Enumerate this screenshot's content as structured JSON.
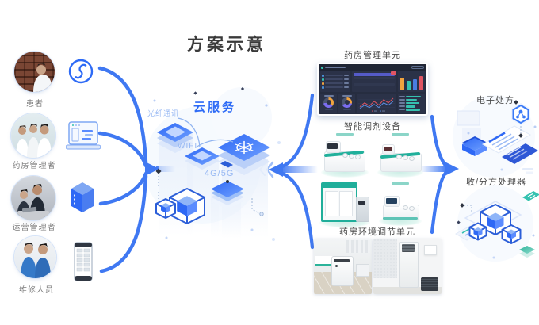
{
  "title": "方案示意",
  "users": [
    {
      "label": "患者",
      "icon": "miniprogram-icon"
    },
    {
      "label": "药房管理者",
      "icon": "web-console-icon"
    },
    {
      "label": "运营管理者",
      "icon": "ledger-icon"
    },
    {
      "label": "维修人员",
      "icon": "terminal-cabinet-icon"
    }
  ],
  "cloud": {
    "title": "云服务",
    "fiber": "光纤通讯",
    "wifi": "WIFI",
    "cellular": "4G/5G"
  },
  "units": {
    "management": {
      "title": "药房管理单元"
    },
    "dispensing": {
      "title": "智能调剂设备"
    },
    "environment": {
      "title": "药房环境调节单元"
    }
  },
  "outputs": {
    "prescription": {
      "title": "电子处方"
    },
    "processor": {
      "title": "收/分方处理器"
    }
  },
  "colors": {
    "primary_blue": "#2e6bf6",
    "light_blue_label": "#97b8f3",
    "accent_green": "#2bb39a",
    "dashboard_bg": "#262d40",
    "title_text": "#3a3a3a"
  }
}
